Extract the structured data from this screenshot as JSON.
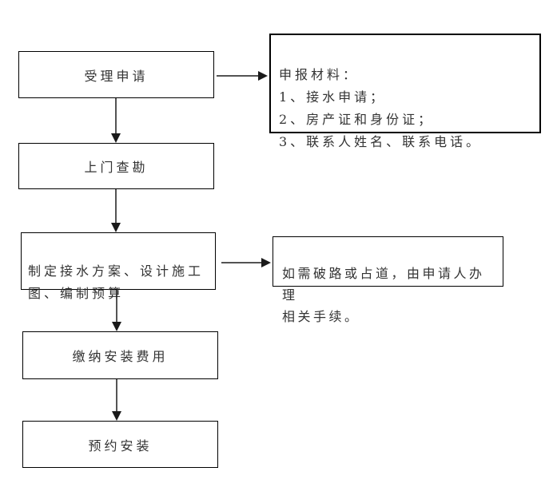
{
  "colors": {
    "background": "#ffffff",
    "box_border": "#000000",
    "text": "#333333",
    "arrow": "#1a1a1a"
  },
  "steps": [
    {
      "name": "accept-application",
      "label": "受理申请"
    },
    {
      "name": "site-survey",
      "label": "上门查勘"
    },
    {
      "name": "plan-and-budget",
      "label": "制定接水方案、设计施工\n图、编制预算"
    },
    {
      "name": "pay-installation-fee",
      "label": "缴纳安装费用"
    },
    {
      "name": "schedule-installation",
      "label": "预约安装"
    }
  ],
  "annotations": [
    {
      "name": "application-materials",
      "text": "申报材料：\n1、接水申请；\n2、房产证和身份证；\n3、联系人姓名、联系电话。"
    },
    {
      "name": "road-work-note",
      "text": "如需破路或占道，由申请人办理\n相关手续。"
    }
  ]
}
